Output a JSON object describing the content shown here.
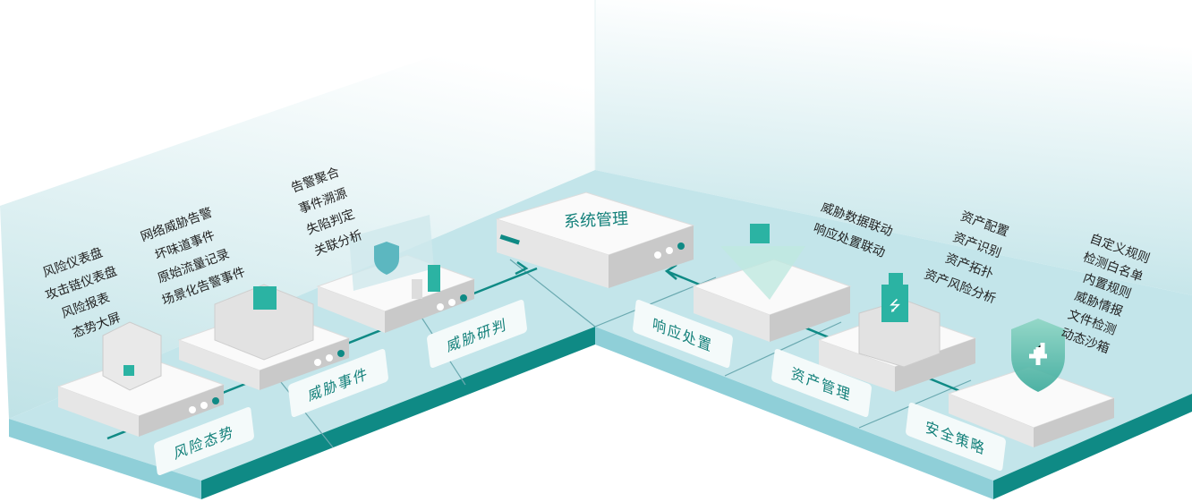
{
  "center": {
    "title": "系统管理"
  },
  "modules": [
    {
      "label": "风险态势",
      "items": [
        "风险仪表盘",
        "攻击链仪表盘",
        "风险报表",
        "态势大屏"
      ]
    },
    {
      "label": "威胁事件",
      "items": [
        "网络威胁告警",
        "坏味道事件",
        "原始流量记录",
        "场景化告警事件"
      ]
    },
    {
      "label": "威胁研判",
      "items": [
        "告警聚合",
        "事件溯源",
        "失陷判定",
        "关联分析"
      ]
    },
    {
      "label": "响应处置",
      "items": [
        "威胁数据联动",
        "响应处置联动"
      ]
    },
    {
      "label": "资产管理",
      "items": [
        "资产配置",
        "资产识别",
        "资产拓扑",
        "资产风险分析"
      ]
    },
    {
      "label": "安全策略",
      "items": [
        "自定义规则",
        "检测白名单",
        "内置规则",
        "威胁情报",
        "文件检测",
        "动态沙箱"
      ]
    }
  ],
  "colors": {
    "accent": "#13807a",
    "teal": "#2bb3a3",
    "floor": "#bfe3e8",
    "floor_edge": "#0f8a85"
  }
}
